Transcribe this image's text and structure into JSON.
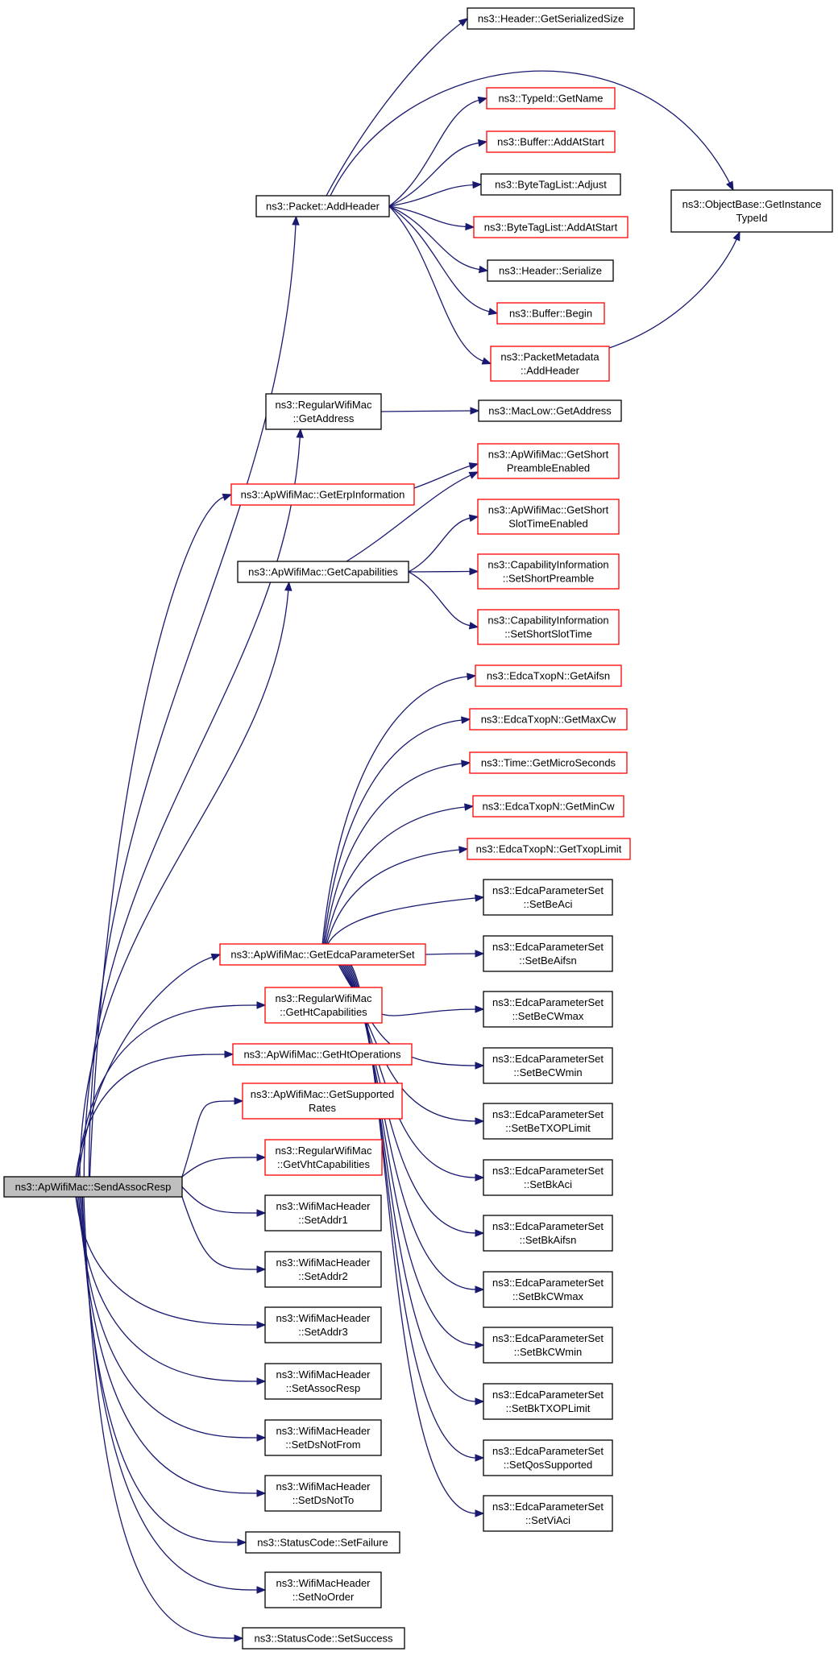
{
  "diagram": {
    "nodes": [
      {
        "id": "root",
        "lines": [
          "ns3::ApWifiMac::SendAssocResp"
        ],
        "style": "root"
      },
      {
        "id": "addheader",
        "lines": [
          "ns3::Packet::AddHeader"
        ],
        "style": "black"
      },
      {
        "id": "getserializedsize",
        "lines": [
          "ns3::Header::GetSerializedSize"
        ],
        "style": "black"
      },
      {
        "id": "typeid_getname",
        "lines": [
          "ns3::TypeId::GetName"
        ],
        "style": "red"
      },
      {
        "id": "buffer_addatstart",
        "lines": [
          "ns3::Buffer::AddAtStart"
        ],
        "style": "red"
      },
      {
        "id": "bytetaglist_adjust",
        "lines": [
          "ns3::ByteTagList::Adjust"
        ],
        "style": "black"
      },
      {
        "id": "bytetaglist_addatstart",
        "lines": [
          "ns3::ByteTagList::AddAtStart"
        ],
        "style": "red"
      },
      {
        "id": "header_serialize",
        "lines": [
          "ns3::Header::Serialize"
        ],
        "style": "black"
      },
      {
        "id": "buffer_begin",
        "lines": [
          "ns3::Buffer::Begin"
        ],
        "style": "red"
      },
      {
        "id": "packetmetadata_addheader",
        "lines": [
          "ns3::PacketMetadata",
          "::AddHeader"
        ],
        "style": "red"
      },
      {
        "id": "objectbase",
        "lines": [
          "ns3::ObjectBase::GetInstance",
          "TypeId"
        ],
        "style": "black"
      },
      {
        "id": "regular_getaddress",
        "lines": [
          "ns3::RegularWifiMac",
          "::GetAddress"
        ],
        "style": "black"
      },
      {
        "id": "maclow_getaddress",
        "lines": [
          "ns3::MacLow::GetAddress"
        ],
        "style": "black"
      },
      {
        "id": "geterpinformation",
        "lines": [
          "ns3::ApWifiMac::GetErpInformation"
        ],
        "style": "red"
      },
      {
        "id": "getshortpreamble",
        "lines": [
          "ns3::ApWifiMac::GetShort",
          "PreambleEnabled"
        ],
        "style": "red"
      },
      {
        "id": "getcapabilities",
        "lines": [
          "ns3::ApWifiMac::GetCapabilities"
        ],
        "style": "black"
      },
      {
        "id": "getshortslottime",
        "lines": [
          "ns3::ApWifiMac::GetShort",
          "SlotTimeEnabled"
        ],
        "style": "red"
      },
      {
        "id": "cap_setshortpreamble",
        "lines": [
          "ns3::CapabilityInformation",
          "::SetShortPreamble"
        ],
        "style": "red"
      },
      {
        "id": "cap_setshortslottime",
        "lines": [
          "ns3::CapabilityInformation",
          "::SetShortSlotTime"
        ],
        "style": "red"
      },
      {
        "id": "getaifsn",
        "lines": [
          "ns3::EdcaTxopN::GetAifsn"
        ],
        "style": "red"
      },
      {
        "id": "getmaxcw",
        "lines": [
          "ns3::EdcaTxopN::GetMaxCw"
        ],
        "style": "red"
      },
      {
        "id": "getmicroseconds",
        "lines": [
          "ns3::Time::GetMicroSeconds"
        ],
        "style": "red"
      },
      {
        "id": "getmincw",
        "lines": [
          "ns3::EdcaTxopN::GetMinCw"
        ],
        "style": "red"
      },
      {
        "id": "gettxoplimit",
        "lines": [
          "ns3::EdcaTxopN::GetTxopLimit"
        ],
        "style": "red"
      },
      {
        "id": "getedca",
        "lines": [
          "ns3::ApWifiMac::GetEdcaParameterSet"
        ],
        "style": "red"
      },
      {
        "id": "setbeaci",
        "lines": [
          "ns3::EdcaParameterSet",
          "::SetBeAci"
        ],
        "style": "black"
      },
      {
        "id": "setbeaifsn",
        "lines": [
          "ns3::EdcaParameterSet",
          "::SetBeAifsn"
        ],
        "style": "black"
      },
      {
        "id": "setbecwmax",
        "lines": [
          "ns3::EdcaParameterSet",
          "::SetBeCWmax"
        ],
        "style": "black"
      },
      {
        "id": "setbecwmin",
        "lines": [
          "ns3::EdcaParameterSet",
          "::SetBeCWmin"
        ],
        "style": "black"
      },
      {
        "id": "setbetxoplimit",
        "lines": [
          "ns3::EdcaParameterSet",
          "::SetBeTXOPLimit"
        ],
        "style": "black"
      },
      {
        "id": "setbkaci",
        "lines": [
          "ns3::EdcaParameterSet",
          "::SetBkAci"
        ],
        "style": "black"
      },
      {
        "id": "setbkaifsn",
        "lines": [
          "ns3::EdcaParameterSet",
          "::SetBkAifsn"
        ],
        "style": "black"
      },
      {
        "id": "setbkcwmax",
        "lines": [
          "ns3::EdcaParameterSet",
          "::SetBkCWmax"
        ],
        "style": "black"
      },
      {
        "id": "setbkcwmin",
        "lines": [
          "ns3::EdcaParameterSet",
          "::SetBkCWmin"
        ],
        "style": "black"
      },
      {
        "id": "setbktxoplimit",
        "lines": [
          "ns3::EdcaParameterSet",
          "::SetBkTXOPLimit"
        ],
        "style": "black"
      },
      {
        "id": "setqossupported",
        "lines": [
          "ns3::EdcaParameterSet",
          "::SetQosSupported"
        ],
        "style": "black"
      },
      {
        "id": "setviaci",
        "lines": [
          "ns3::EdcaParameterSet",
          "::SetViAci"
        ],
        "style": "black"
      },
      {
        "id": "gethtcapabilities",
        "lines": [
          "ns3::RegularWifiMac",
          "::GetHtCapabilities"
        ],
        "style": "red"
      },
      {
        "id": "gethtoperations",
        "lines": [
          "ns3::ApWifiMac::GetHtOperations"
        ],
        "style": "red"
      },
      {
        "id": "getsupportedrates",
        "lines": [
          "ns3::ApWifiMac::GetSupported",
          "Rates"
        ],
        "style": "red"
      },
      {
        "id": "getvhtcapabilities",
        "lines": [
          "ns3::RegularWifiMac",
          "::GetVhtCapabilities"
        ],
        "style": "red"
      },
      {
        "id": "setaddr1",
        "lines": [
          "ns3::WifiMacHeader",
          "::SetAddr1"
        ],
        "style": "black"
      },
      {
        "id": "setaddr2",
        "lines": [
          "ns3::WifiMacHeader",
          "::SetAddr2"
        ],
        "style": "black"
      },
      {
        "id": "setaddr3",
        "lines": [
          "ns3::WifiMacHeader",
          "::SetAddr3"
        ],
        "style": "black"
      },
      {
        "id": "setassocresp",
        "lines": [
          "ns3::WifiMacHeader",
          "::SetAssocResp"
        ],
        "style": "black"
      },
      {
        "id": "setdsnotfrom",
        "lines": [
          "ns3::WifiMacHeader",
          "::SetDsNotFrom"
        ],
        "style": "black"
      },
      {
        "id": "setdsnotto",
        "lines": [
          "ns3::WifiMacHeader",
          "::SetDsNotTo"
        ],
        "style": "black"
      },
      {
        "id": "setfailure",
        "lines": [
          "ns3::StatusCode::SetFailure"
        ],
        "style": "black"
      },
      {
        "id": "setnoorder",
        "lines": [
          "ns3::WifiMacHeader",
          "::SetNoOrder"
        ],
        "style": "black"
      },
      {
        "id": "setsuccess",
        "lines": [
          "ns3::StatusCode::SetSuccess"
        ],
        "style": "black"
      }
    ],
    "edges": [
      [
        "root",
        "addheader"
      ],
      [
        "root",
        "regular_getaddress"
      ],
      [
        "root",
        "geterpinformation"
      ],
      [
        "root",
        "getcapabilities"
      ],
      [
        "root",
        "getedca"
      ],
      [
        "root",
        "gethtcapabilities"
      ],
      [
        "root",
        "gethtoperations"
      ],
      [
        "root",
        "getsupportedrates"
      ],
      [
        "root",
        "getvhtcapabilities"
      ],
      [
        "root",
        "setaddr1"
      ],
      [
        "root",
        "setaddr2"
      ],
      [
        "root",
        "setaddr3"
      ],
      [
        "root",
        "setassocresp"
      ],
      [
        "root",
        "setdsnotfrom"
      ],
      [
        "root",
        "setdsnotto"
      ],
      [
        "root",
        "setfailure"
      ],
      [
        "root",
        "setnoorder"
      ],
      [
        "root",
        "setsuccess"
      ],
      [
        "addheader",
        "getserializedsize"
      ],
      [
        "addheader",
        "objectbase"
      ],
      [
        "addheader",
        "typeid_getname"
      ],
      [
        "addheader",
        "buffer_addatstart"
      ],
      [
        "addheader",
        "bytetaglist_adjust"
      ],
      [
        "addheader",
        "bytetaglist_addatstart"
      ],
      [
        "addheader",
        "header_serialize"
      ],
      [
        "addheader",
        "buffer_begin"
      ],
      [
        "addheader",
        "packetmetadata_addheader"
      ],
      [
        "packetmetadata_addheader",
        "objectbase"
      ],
      [
        "regular_getaddress",
        "maclow_getaddress"
      ],
      [
        "geterpinformation",
        "getshortpreamble"
      ],
      [
        "getcapabilities",
        "getshortpreamble"
      ],
      [
        "getcapabilities",
        "getshortslottime"
      ],
      [
        "getcapabilities",
        "cap_setshortpreamble"
      ],
      [
        "getcapabilities",
        "cap_setshortslottime"
      ],
      [
        "getedca",
        "getaifsn"
      ],
      [
        "getedca",
        "getmaxcw"
      ],
      [
        "getedca",
        "getmicroseconds"
      ],
      [
        "getedca",
        "getmincw"
      ],
      [
        "getedca",
        "gettxoplimit"
      ],
      [
        "getedca",
        "setbeaci"
      ],
      [
        "getedca",
        "setbeaifsn"
      ],
      [
        "getedca",
        "setbecwmax"
      ],
      [
        "getedca",
        "setbecwmin"
      ],
      [
        "getedca",
        "setbetxoplimit"
      ],
      [
        "getedca",
        "setbkaci"
      ],
      [
        "getedca",
        "setbkaifsn"
      ],
      [
        "getedca",
        "setbkcwmax"
      ],
      [
        "getedca",
        "setbkcwmin"
      ],
      [
        "getedca",
        "setbktxoplimit"
      ],
      [
        "getedca",
        "setqossupported"
      ],
      [
        "getedca",
        "setviaci"
      ]
    ]
  }
}
